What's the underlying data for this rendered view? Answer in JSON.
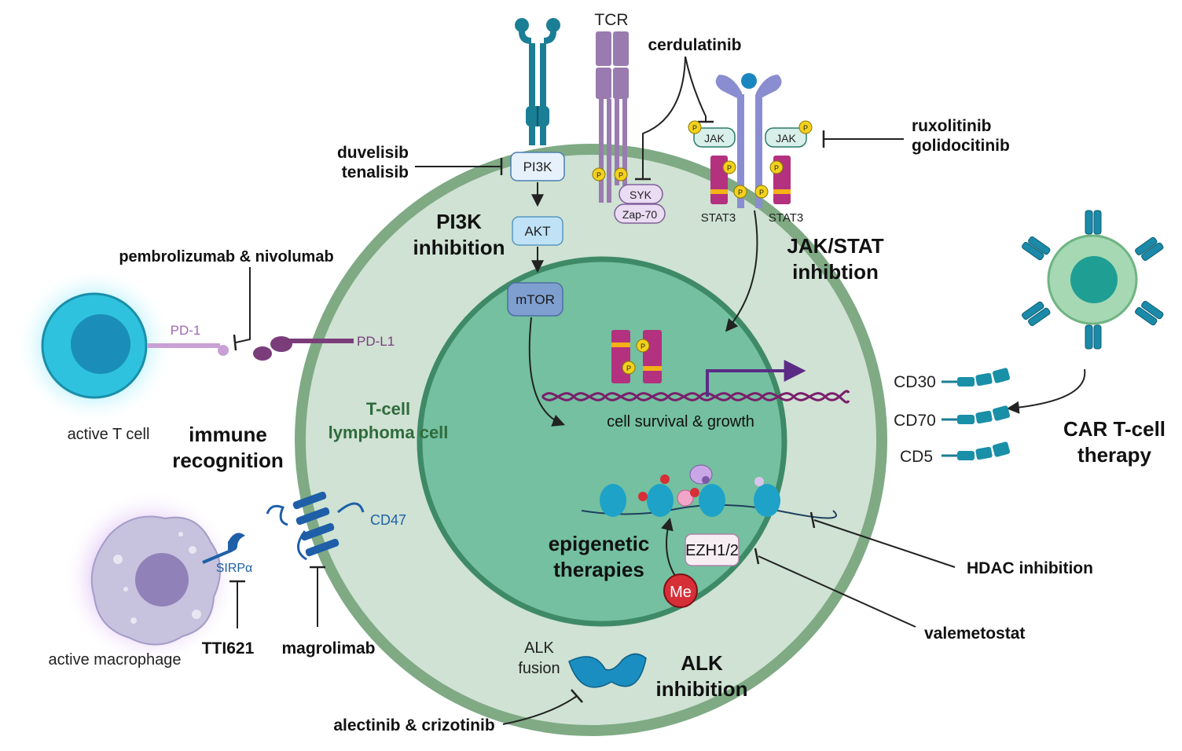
{
  "labels": {
    "tcr": "TCR",
    "cerdulatinib": "cerdulatinib",
    "ruxolitinib": "ruxolitinib",
    "golidocitinib": "golidocitinib",
    "duvelisib": "duvelisib",
    "tenalisib": "tenalisib",
    "pi3k": "PI3K",
    "akt": "AKT",
    "mtor": "mTOR",
    "syk": "SYK",
    "zap70": "Zap-70",
    "jak": "JAK",
    "p": "P",
    "stat3": "STAT3",
    "pi3k_inhibition_1": "PI3K",
    "pi3k_inhibition_2": "inhibition",
    "jakstat_1": "JAK/STAT",
    "jakstat_2": "inhibtion",
    "pembrolizumab": "pembrolizumab & nivolumab",
    "pd1": "PD-1",
    "pdl1": "PD-L1",
    "active_tcell": "active T cell",
    "immune_1": "immune",
    "immune_2": "recognition",
    "tcell_lymphoma_1": "T-cell",
    "tcell_lymphoma_2": "lymphoma cell",
    "survival": "cell survival & growth",
    "cd30": "CD30",
    "cd70": "CD70",
    "cd5": "CD5",
    "car_1": "CAR T-cell",
    "car_2": "therapy",
    "cd47": "CD47",
    "sirpa": "SIRPα",
    "tti621": "TTI621",
    "magrolimab": "magrolimab",
    "active_macrophage": "active macrophage",
    "epigenetic_1": "epigenetic",
    "epigenetic_2": "therapies",
    "ezh": "EZH1/2",
    "me": "Me",
    "hdac": "HDAC inhibition",
    "valemetostat": "valemetostat",
    "alk_fusion_1": "ALK",
    "alk_fusion_2": "fusion",
    "alk_inhibition_1": "ALK",
    "alk_inhibition_2": "inhibition",
    "alectinib": "alectinib & crizotinib"
  },
  "colors": {
    "outer_cell_fill": "#cfe2d3",
    "outer_cell_stroke": "#7faa84",
    "nucleus_fill": "#74c0a0",
    "nucleus_stroke": "#3f8a66",
    "receptor_teal": "#1a7e95",
    "tcr_purple": "#9a7bb0",
    "stat_magenta": "#b4317f",
    "phospho_yellow": "#f3d11d",
    "dna_purple": "#7a1f6c",
    "pd_purple": "#7a3d7a",
    "cd47_blue": "#1e5fa8",
    "label_green": "#2f6b3c"
  }
}
